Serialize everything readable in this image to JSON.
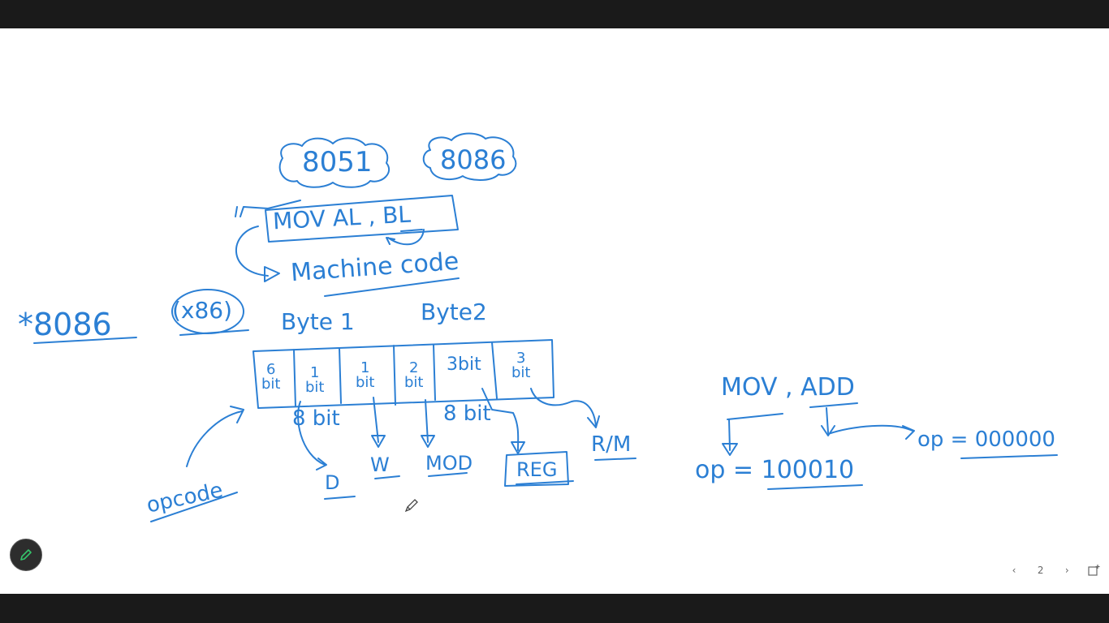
{
  "board": {
    "cloud_8051": "8051",
    "cloud_8086": "8086",
    "instruction": "MOV   AL , BL",
    "machine_code": "Machine code",
    "star_8086": "*8086",
    "x86": "(x86)",
    "byte1": "Byte 1",
    "byte2": "Byte2",
    "cells": [
      {
        "top": "6",
        "bottom": "bit"
      },
      {
        "top": "1",
        "bottom": "bit"
      },
      {
        "top": "1",
        "bottom": "bit"
      },
      {
        "top": "2",
        "bottom": "bit"
      },
      {
        "top": "3bit",
        "bottom": ""
      },
      {
        "top": "3",
        "bottom": "bit"
      }
    ],
    "eight_bit_left": "8 bit",
    "eight_bit_right": "8 bit",
    "opcode": "opcode",
    "d_label": "D",
    "w_label": "W",
    "mod_label": "MOD",
    "reg_label": "REG",
    "rm_label": "R/M",
    "mov_add": "MOV , ADD",
    "op_mov": "op = 100010",
    "op_add": "op = 000000"
  },
  "pager": {
    "prev": "‹",
    "page": "2",
    "next": "›"
  },
  "colors": {
    "ink": "#2b7fd4",
    "frame": "#1a1a1a"
  },
  "icons": {
    "pen": "pen-icon",
    "prev": "chevron-left-icon",
    "next": "chevron-right-icon",
    "add_page": "add-page-icon",
    "cursor": "pen-cursor-icon"
  }
}
